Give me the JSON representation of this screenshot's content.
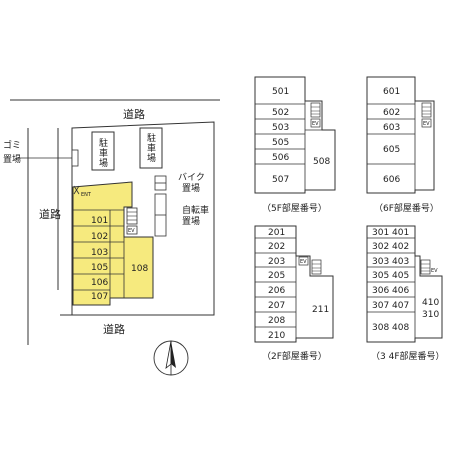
{
  "site": {
    "road_top": "道路",
    "road_left": "道路",
    "road_bottom": "道路",
    "garbage_label": [
      "ゴミ",
      "置場"
    ],
    "parking_label": [
      "駐",
      "車",
      "場"
    ],
    "bike_label": [
      "バイク",
      "置場"
    ],
    "bicycle_label": [
      "自転車",
      "置場"
    ],
    "entrance_label": "ENT",
    "ev_label": "EV",
    "rooms": [
      "101",
      "102",
      "103",
      "105",
      "106",
      "107",
      "108"
    ],
    "north_label": "N",
    "highlight_color": "#f6ea7e"
  },
  "plans": {
    "floor5": {
      "caption": "（5F部屋番号）",
      "rooms": [
        "501",
        "502",
        "503",
        "505",
        "506",
        "507"
      ],
      "side_room": "508",
      "ev_label": "EV"
    },
    "floor6": {
      "caption": "（6F部屋番号）",
      "rooms": [
        "601",
        "602",
        "603",
        "605",
        "606"
      ],
      "ev_label": "EV"
    },
    "floor2": {
      "caption": "（2F部屋番号）",
      "rooms": [
        "201",
        "202",
        "203",
        "205",
        "206",
        "207",
        "208",
        "210"
      ],
      "side_room": "211",
      "ev_label": "EV"
    },
    "floor34": {
      "caption": "（3 4F部屋番号）",
      "rooms": [
        "301 401",
        "302 402",
        "303 403",
        "305 405",
        "306 406",
        "307 407",
        "308 408"
      ],
      "side_room_1": "410",
      "side_room_2": "310",
      "ev_label": "EV"
    }
  }
}
